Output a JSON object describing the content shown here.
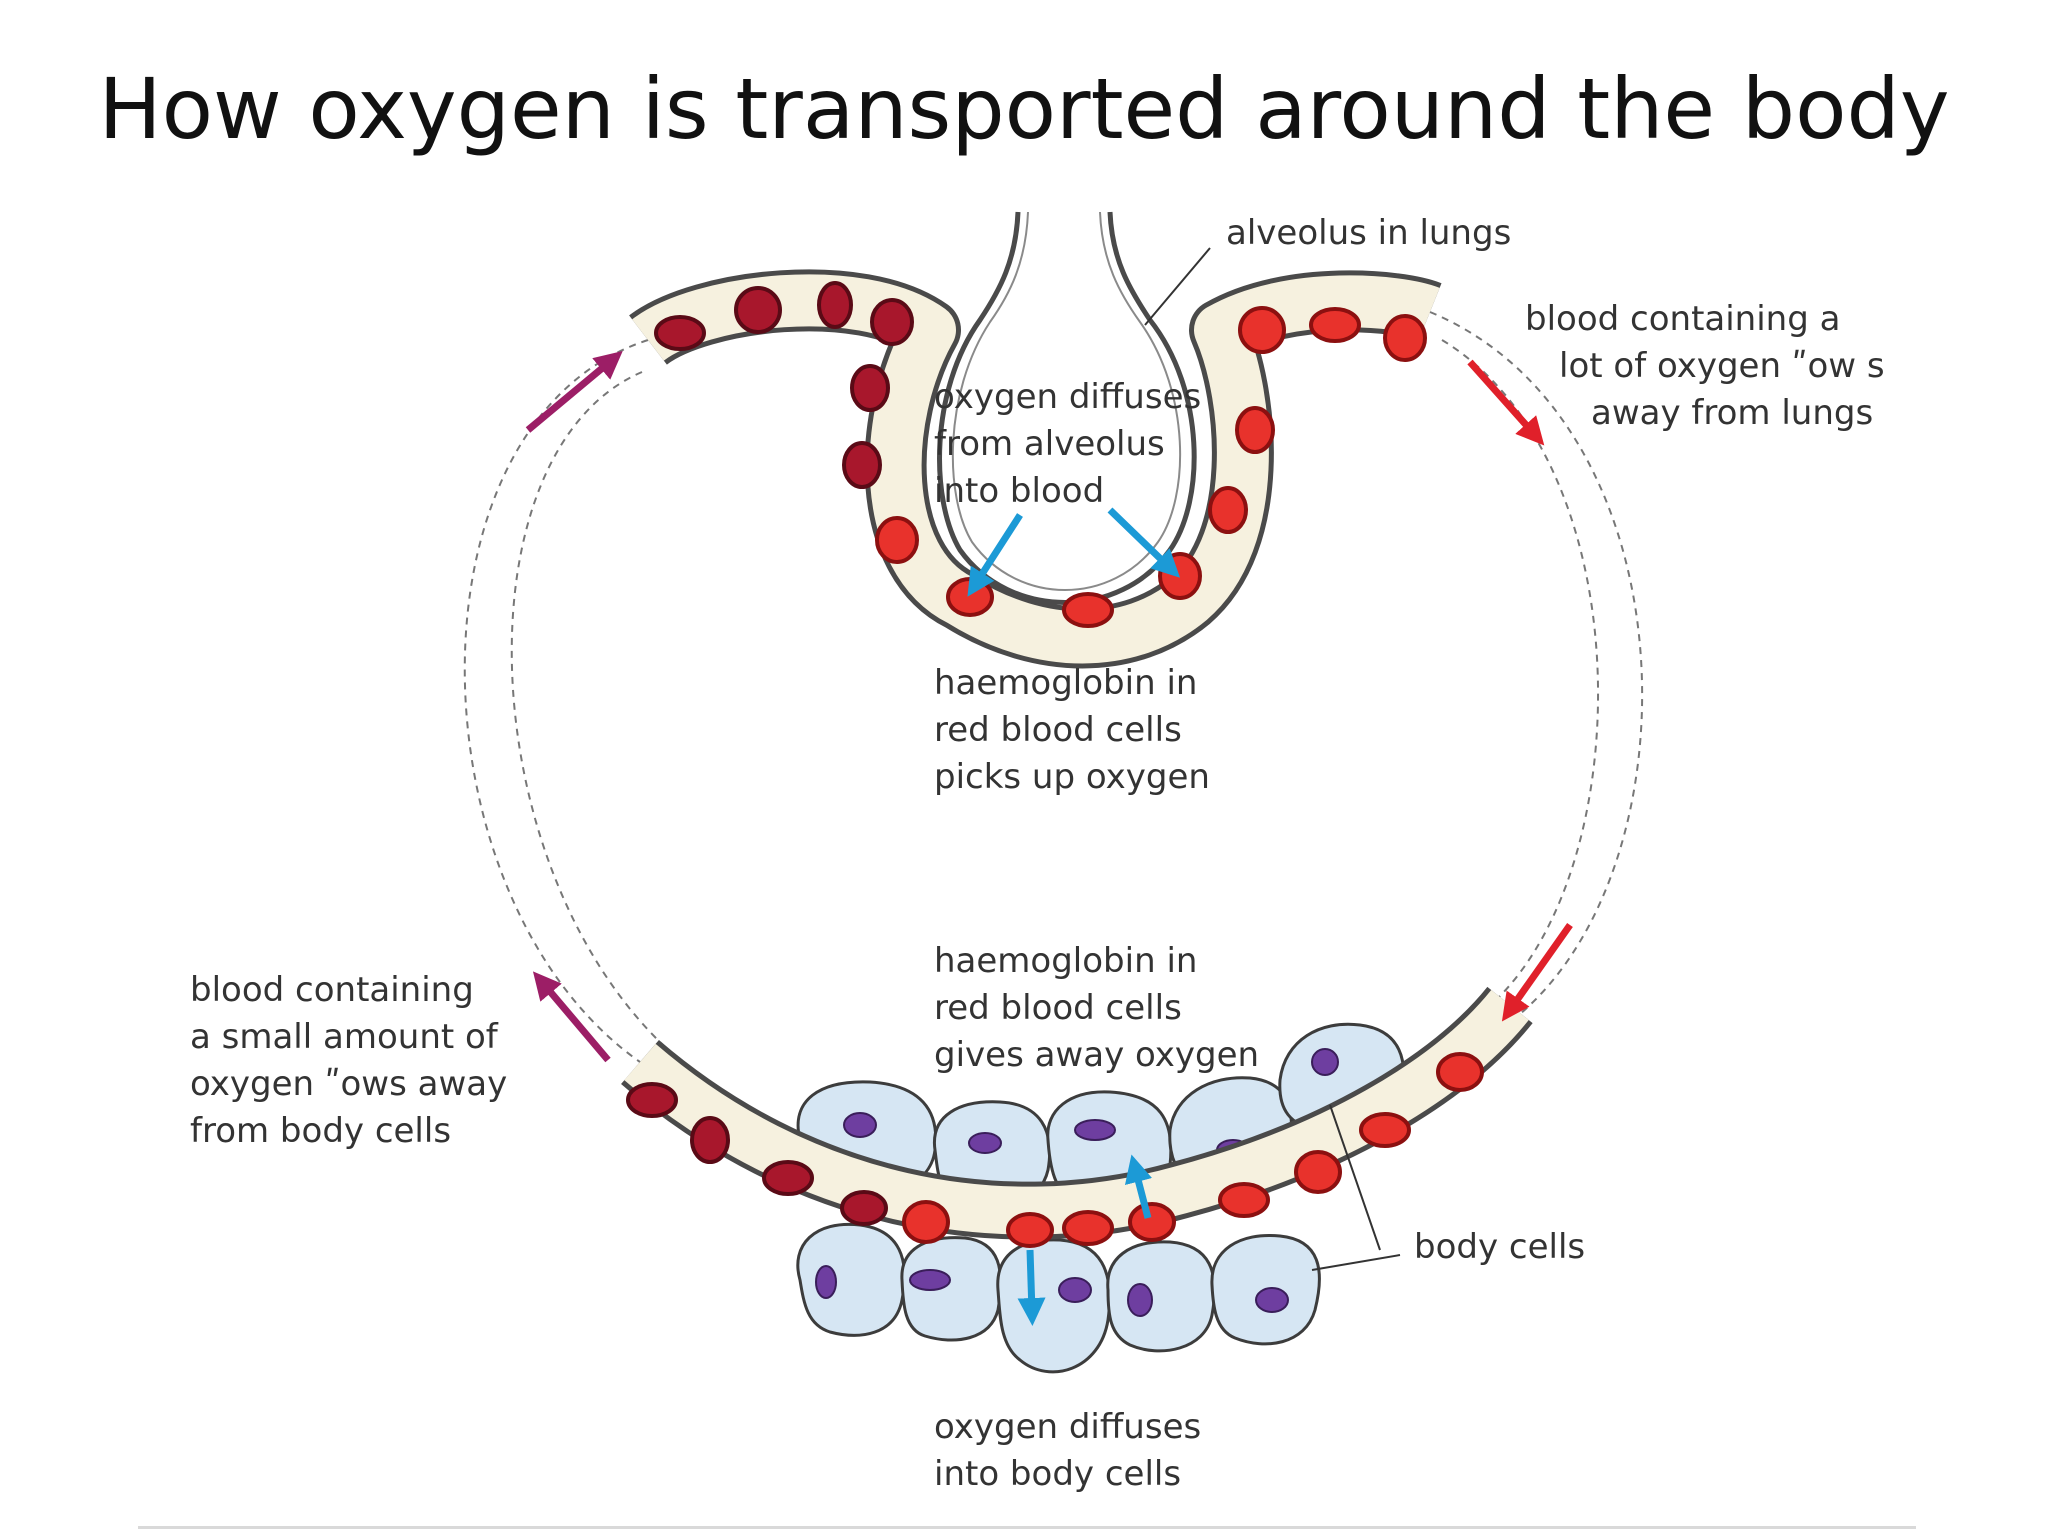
{
  "title": "How oxygen is transported around the body",
  "labels": {
    "alveolus": "alveolus in lungs",
    "oxygenated_flow": [
      "blood containing a",
      "lot of oxygen ʺow s",
      "away from lungs"
    ],
    "diffuse_alveolus": [
      "oxygen diffuses",
      "from alveolus",
      "into blood"
    ],
    "pickup": [
      "haemoglobin in",
      "red blood cells",
      "picks up oxygen"
    ],
    "giveaway": [
      "haemoglobin in",
      "red blood cells",
      "gives away oxygen"
    ],
    "deoxygenated_flow": [
      "blood containing",
      "a small amount of",
      "oxygen ʺows away",
      "from body cells"
    ],
    "body_cells": "body cells",
    "diffuse_body": [
      "oxygen diffuses",
      "into body cells"
    ]
  },
  "colors": {
    "oxygenated_rbc": "#e8322c",
    "deoxygenated_rbc": "#a8172c",
    "vessel_fill": "#f6f1df",
    "body_cell_fill": "#d6e6f3",
    "nucleus": "#6e3ea0",
    "diffusion_arrow": "#1c9ad6",
    "flow_arrow_oxygenated": "#e0202a",
    "flow_arrow_deoxygenated": "#9c1e66"
  }
}
